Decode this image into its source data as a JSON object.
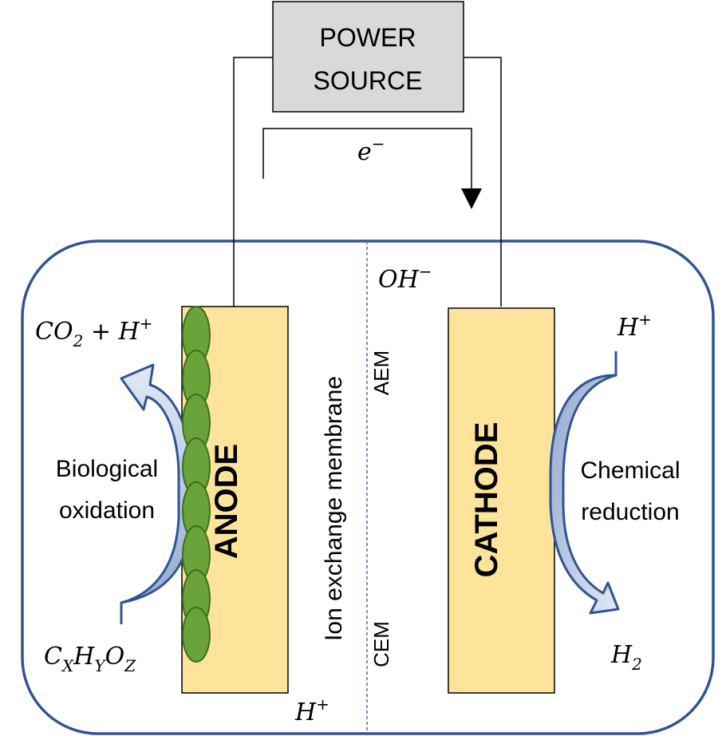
{
  "power_source": {
    "line1": "POWER",
    "line2": "SOURCE"
  },
  "electron_label": {
    "base": "e",
    "sup": "−"
  },
  "hydroxide_label": {
    "base": "OH",
    "sup": "−"
  },
  "anode": {
    "label": "ANODE",
    "product": {
      "co": "CO",
      "co_sub": "2",
      "plus": " + H",
      "sup": "+"
    },
    "substrate": {
      "c": "C",
      "c_sub": "X",
      "h": "H",
      "h_sub": "Y",
      "o": "O",
      "o_sub": "Z"
    },
    "process_line1": "Biological",
    "process_line2": "oxidation"
  },
  "membrane": {
    "label": "Ion exchange membrane",
    "aem_label": "AEM",
    "cem_label": "CEM",
    "proton": {
      "base": "H",
      "sup": "+"
    }
  },
  "cathode": {
    "label": "CATHODE",
    "reactant": {
      "base": "H",
      "sup": "+"
    },
    "product": {
      "base": "H",
      "sub": "2"
    },
    "process_line1": "Chemical",
    "process_line2": "reduction"
  },
  "colors": {
    "electrode_fill": "#fde49a",
    "biofilm": "#6aa33a",
    "reactor_border": "#2f5496",
    "arrow_fill": "#b4c7e7",
    "power_fill": "#d9d9d9"
  }
}
